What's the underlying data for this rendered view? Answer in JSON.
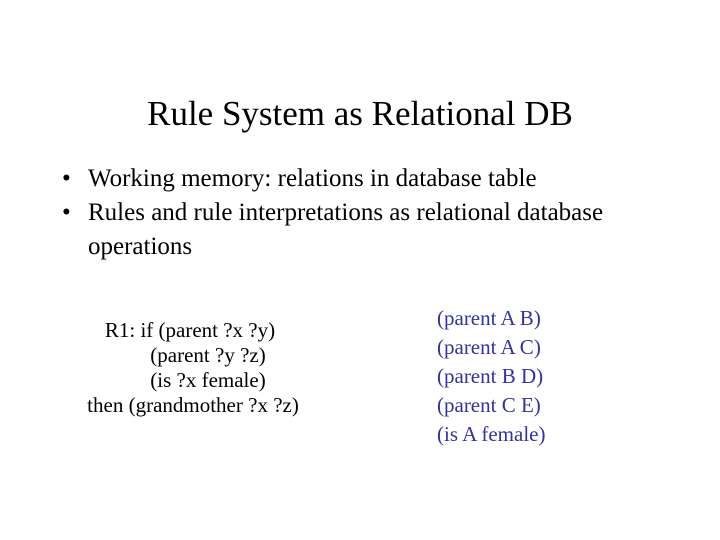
{
  "slide": {
    "title": "Rule System as Relational DB",
    "background_color": "#ffffff",
    "text_color": "#000000",
    "accent_color": "#333399"
  },
  "bullets": {
    "marker": "•",
    "items": [
      {
        "text": "Working memory: relations in database table"
      },
      {
        "text": "Rules and rule interpretations as relational database operations"
      }
    ]
  },
  "rule_block": {
    "lines": [
      "R1: if (parent ?x ?y)",
      "(parent ?y ?z)",
      "(is ?x female)",
      "then (grandmother ?x ?z)"
    ]
  },
  "facts_block": {
    "lines": [
      "(parent A B)",
      "(parent A C)",
      "(parent B D)",
      "(parent C E)",
      "(is A female)"
    ]
  }
}
